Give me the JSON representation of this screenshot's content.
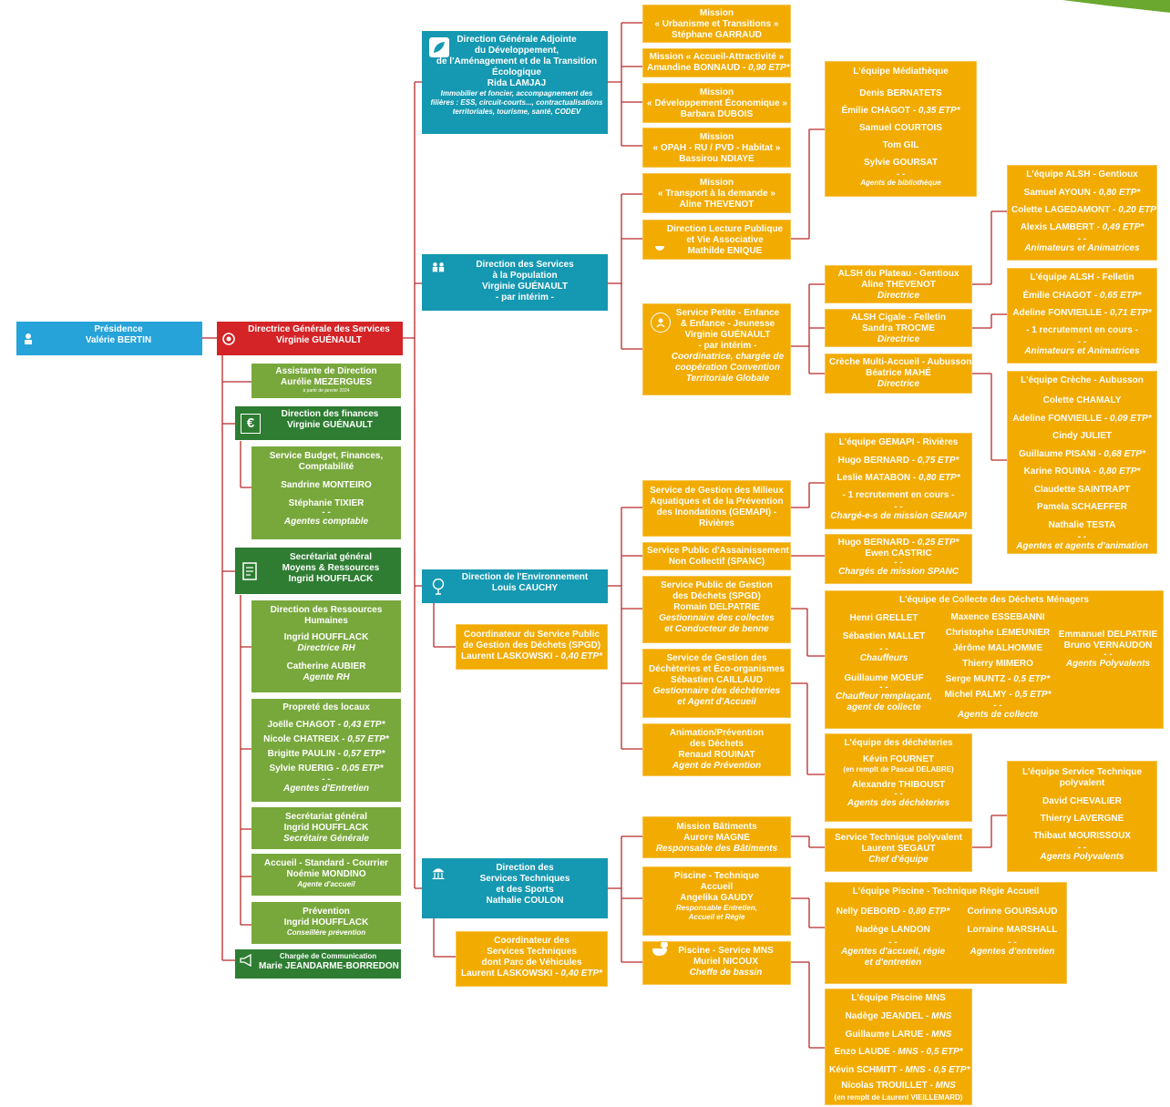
{
  "colors": {
    "presidence": "#26a3d9",
    "dgs": "#d42427",
    "green_light": "#78a83c",
    "green_dark": "#2e7d32",
    "teal": "#1598b1",
    "orange": "#f2ab00",
    "connector": "#b82a2a"
  },
  "presidence": {
    "title": "Présidence",
    "name": "Valérie BERTIN",
    "icon": "seal-icon"
  },
  "dgs": {
    "title": "Directrice Générale des Services",
    "name": "Virginie GUÉNAULT",
    "icon": "eye-icon"
  },
  "left": {
    "assistante": {
      "title": "Assistante de Direction",
      "name": "Aurélie MEZERGUES",
      "note": "à partir de janvier 2024"
    },
    "finances": {
      "title": "Direction des finances",
      "name": "Virginie GUÉNAULT",
      "icon": "euro-icon"
    },
    "budget": {
      "title1": "Service Budget, Finances,",
      "title2": "Comptabilité",
      "p1": "Sandrine MONTEIRO",
      "p2": "Stéphanie TIXIER",
      "dash": "- -",
      "role": "Agentes comptable"
    },
    "secretariat": {
      "title1": "Secrétariat général",
      "title2": "Moyens & Ressources",
      "name": "Ingrid HOUFFLACK",
      "icon": "document-icon"
    },
    "rh": {
      "title1": "Direction des Ressources",
      "title2": "Humaines",
      "p1": "Ingrid HOUFFLACK",
      "r1": "Directrice RH",
      "p2": "Catherine AUBIER",
      "r2": "Agente RH"
    },
    "proprete": {
      "title": "Propreté des locaux",
      "p1": "Joëlle CHAGOT",
      "e1": " - 0,43 ETP*",
      "p2": "Nicole CHATREIX",
      "e2": " - 0,57 ETP*",
      "p3": "Brigitte PAULIN",
      "e3": " - 0,57 ETP*",
      "p4": "Sylvie RUERIG",
      "e4": " - 0,05 ETP*",
      "dash": "- -",
      "role": "Agentes d'Entretien"
    },
    "secgen": {
      "title": "Secrétariat général",
      "name": "Ingrid HOUFFLACK",
      "role": "Secrétaire Générale"
    },
    "accueil": {
      "title": "Accueil - Standard - Courrier",
      "name": "Noémie MONDINO",
      "role": "Agente d'accueil"
    },
    "prevention": {
      "title": "Prévention",
      "name": "Ingrid HOUFFLACK",
      "role": "Conseillère prévention"
    },
    "communication": {
      "title": "Chargée de Communication",
      "name": "Marie JEANDARME-BORREDON",
      "icon": "megaphone-icon"
    }
  },
  "dga": {
    "title1": "Direction Générale Adjointe",
    "title2": "du Développement,",
    "title3": "de l'Aménagement et de la Transition",
    "title4": "Écologique",
    "name": "Rida LAMJAJ",
    "d1": "Immobilier et foncier, accompagnement des",
    "d2": "filières : ESS, circuit-courts..., contractualisations",
    "d3": "territoriales, tourisme, santé, CODEV",
    "icon": "leaf-icon"
  },
  "missions": {
    "urbanisme": {
      "t1": "Mission",
      "t2": "« Urbanisme et Transitions »",
      "name": "Stéphane GARRAUD"
    },
    "accueil": {
      "t1": "Mission « Accueil-Attractivité »",
      "name": "Amandine BONNAUD",
      "etp": " - 0,90 ETP*"
    },
    "eco": {
      "t1": "Mission",
      "t2": "« Développement Économique »",
      "name": "Barbara DUBOIS"
    },
    "opah": {
      "t1": "Mission",
      "t2": "« OPAH - RU / PVD - Habitat »",
      "name": "Bassirou NDIAYE"
    },
    "transport": {
      "t1": "Mission",
      "t2": "« Transport à la demande »",
      "name": "Aline THEVENOT"
    }
  },
  "population": {
    "title1": "Direction des Services",
    "title2": "à la Population",
    "name": "Virginie GUÉNAULT",
    "note": "- par intérim -",
    "icon": "people-icon"
  },
  "lecture": {
    "t1": "Direction Lecture Publique",
    "t2": "et Vie Associative",
    "name": "Mathilde ENIQUE",
    "icon": "book-icon"
  },
  "mediatheque": {
    "title": "L'équipe Médiathèque",
    "p1": "Denis BERNATETS",
    "p2": "Émilie CHAGOT",
    "e2": " - 0,35 ETP*",
    "p3": "Samuel COURTOIS",
    "p4": "Tom GIL",
    "p5": "Sylvie GOURSAT",
    "dash": "- -",
    "role": "Agents de bibliothèque"
  },
  "enfance": {
    "t1": "Service Petite - Enfance",
    "t2": "& Enfance - Jeunesse",
    "name": "Virginie GUÉNAULT",
    "note": "- par intérim -",
    "r1": "Coordinatrice, chargée de",
    "r2": "coopération Convention",
    "r3": "Territoriale Globale",
    "icon": "child-icon"
  },
  "alsh_plateau": {
    "t": "ALSH du Plateau - Gentioux",
    "name": "Aline THEVENOT",
    "role": "Directrice"
  },
  "alsh_cigale": {
    "t": "ALSH Cigale - Felletin",
    "name": "Sandra TROCME",
    "role": "Directrice"
  },
  "creche": {
    "t": "Crèche Multi-Accueil - Aubusson",
    "name": "Béatrice MAHÉ",
    "role": "Directrice"
  },
  "eq_gentioux": {
    "title": "L'équipe ALSH - Gentioux",
    "p1": "Samuel AYOUN",
    "e1": " - 0,80 ETP*",
    "p2": "Colette LAGEDAMONT",
    "e2": " - 0,20 ETP*",
    "p3": "Alexis LAMBERT",
    "e3": " - 0,49 ETP*",
    "dash": "- -",
    "role": "Animateurs et Animatrices"
  },
  "eq_felletin": {
    "title": "L'équipe ALSH - Felletin",
    "p1": "Émilie CHAGOT",
    "e1": " - 0,65 ETP*",
    "p2": "Adeline FONVIEILLE",
    "e2": " - 0,71 ETP*",
    "p3": "- 1 recrutement en cours -",
    "dash": "- -",
    "role": "Animateurs et Animatrices"
  },
  "eq_creche": {
    "title": "L'équipe Crèche - Aubusson",
    "p1": "Colette CHAMALY",
    "p2": "Adeline FONVIEILLE",
    "e2": " - 0,09 ETP*",
    "p3": "Cindy JULIET",
    "p4": "Guillaume PISANI",
    "e4": " - 0,68 ETP*",
    "p5": "Karine ROUINA",
    "e5": " - 0,80 ETP*",
    "p6": "Claudette SAINTRAPT",
    "p7": "Pamela SCHAEFFER",
    "p8": "Nathalie TESTA",
    "dash": "- -",
    "role": "Agentes et agents d'animation"
  },
  "environnement": {
    "title": "Direction de l'Environnement",
    "name": "Louis CAUCHY",
    "icon": "tree-icon"
  },
  "coord_spgd": {
    "t1": "Coordinateur du Service Public",
    "t2": "de Gestion des Déchets (SPGD)",
    "name": "Laurent LASKOWSKI",
    "etp": " - 0,40 ETP*"
  },
  "gemapi": {
    "t1": "Service de Gestion des Milieux",
    "t2": "Aquatiques et de la Prévention",
    "t3": "des Inondations (GEMAPI) -",
    "t4": "Rivières"
  },
  "spanc": {
    "t1": "Service Public d'Assainissement",
    "t2": "Non Collectif (SPANC)"
  },
  "spgd": {
    "t1": "Service Public de Gestion",
    "t2": "des Déchets (SPGD)",
    "name": "Romain DELPATRIE",
    "r1": "Gestionnaire des collectes",
    "r2": "et Conducteur de benne"
  },
  "decheteries": {
    "t1": "Service de Gestion des",
    "t2": "Déchèteries et Éco-organismes",
    "name": "Sébastien CAILLAUD",
    "r1": "Gestionnaire des déchèteries",
    "r2": "et Agent d'Accueil"
  },
  "animation": {
    "t1": "Animation/Prévention",
    "t2": "des Déchets",
    "name": "Renaud ROUINAT",
    "role": "Agent de Prévention"
  },
  "eq_gemapi": {
    "title": "L'équipe GEMAPI - Rivières",
    "p1": "Hugo BERNARD",
    "e1": " - 0,75 ETP*",
    "p2": "Leslie MATABON",
    "e2": " - 0,80 ETP*",
    "p3": "- 1 recrutement en cours -",
    "dash": "- -",
    "role": "Chargé-e-s de mission GEMAPI"
  },
  "eq_spanc": {
    "p1": "Hugo BERNARD",
    "e1": " - 0,25 ETP*",
    "p2": "Ewen CASTRIC",
    "dash": "- -",
    "role": "Chargés de mission SPANC"
  },
  "eq_collecte": {
    "title": "L'équipe de Collecte des Déchets Ménagers",
    "c1": {
      "p1": "Henri GRELLET",
      "p2": "Sébastien MALLET",
      "dash": "- -",
      "r1": "Chauffeurs",
      "p3": "Guillaume MOEUF",
      "dash2": "- -",
      "r2": "Chauffeur remplaçant,",
      "r3": "agent de collecte"
    },
    "c2": {
      "p1": "Maxence ESSEBANNI",
      "p2": "Christophe LEMEUNIER",
      "p3": "Jérôme MALHOMME",
      "p4": "Thierry MIMERO",
      "p5": "Serge MUNTZ",
      "e5": " - 0,5 ETP*",
      "p6": "Michel PALMY",
      "e6": " - 0,5 ETP*",
      "dash": "- -",
      "role": "Agents de collecte"
    },
    "c3": {
      "p1": "Emmanuel DELPATRIE",
      "p2": "Bruno VERNAUDON",
      "dash": "- -",
      "role": "Agents Polyvalents"
    }
  },
  "eq_decheteries": {
    "title": "L'équipe des déchèteries",
    "p1": "Kévin FOURNET",
    "n1": "(en remplt de Pascal DELABRE)",
    "p2": "Alexandre THIBOUST",
    "dash": "- -",
    "role": "Agents des déchèteries"
  },
  "techniques": {
    "title1": "Direction des",
    "title2": "Services Techniques",
    "title3": "et des Sports",
    "name": "Nathalie COULON",
    "icon": "building-icon"
  },
  "coord_tech": {
    "t1": "Coordinateur des",
    "t2": "Services Techniques",
    "t3": "dont Parc de Véhicules",
    "name": "Laurent LASKOWSKI",
    "etp": " - 0,40 ETP*"
  },
  "batiments": {
    "t": "Mission Bâtiments",
    "name": "Aurore MAGNE",
    "role": "Responsable des Bâtiments"
  },
  "piscine_tech": {
    "t1": "Piscine - Technique",
    "t2": "Accueil",
    "name": "Angelika GAUDY",
    "r1": "Responsable Entretien,",
    "r2": "Accueil et Régie"
  },
  "piscine_mns": {
    "t": "Piscine - Service MNS",
    "name": "Muriel NICOUX",
    "role": "Cheffe de bassin",
    "icon": "duck-icon"
  },
  "st_polyvalent": {
    "t": "Service Technique polyvalent",
    "name": "Laurent SEGAUT",
    "role": "Chef d'équipe"
  },
  "eq_st": {
    "title1": "L'équipe Service Technique",
    "title2": "polyvalent",
    "p1": "David CHEVALIER",
    "p2": "Thierry LAVERGNE",
    "p3": "Thibaut MOURISSOUX",
    "dash": "- -",
    "role": "Agents Polyvalents"
  },
  "eq_piscine_accueil": {
    "title": "L'équipe Piscine - Technique Régie Accueil",
    "c1": {
      "p1": "Nelly DEBORD",
      "e1": " - 0,80 ETP*",
      "p2": "Nadège LANDON",
      "dash": "- -",
      "r1": "Agentes d'accueil, régie",
      "r2": "et d'entretien"
    },
    "c2": {
      "p1": "Corinne GOURSAUD",
      "p2": "Lorraine MARSHALL",
      "dash": "- -",
      "role": "Agentes d'entretien"
    }
  },
  "eq_mns": {
    "title": "L'équipe Piscine MNS",
    "p1": "Nadège JEANDEL",
    "e1": " - MNS",
    "p2": "Guillaume LARUE",
    "e2": " - MNS",
    "p3": "Enzo LAUDE",
    "e3": " - MNS - 0,5 ETP*",
    "p4": "Kévin SCHMITT",
    "e4": " - MNS - 0,5 ETP*",
    "p5": "Nicolas TROUILLET",
    "e5": " - MNS",
    "n5": "(en remplt de Laurent VIEILLEMARD)"
  }
}
